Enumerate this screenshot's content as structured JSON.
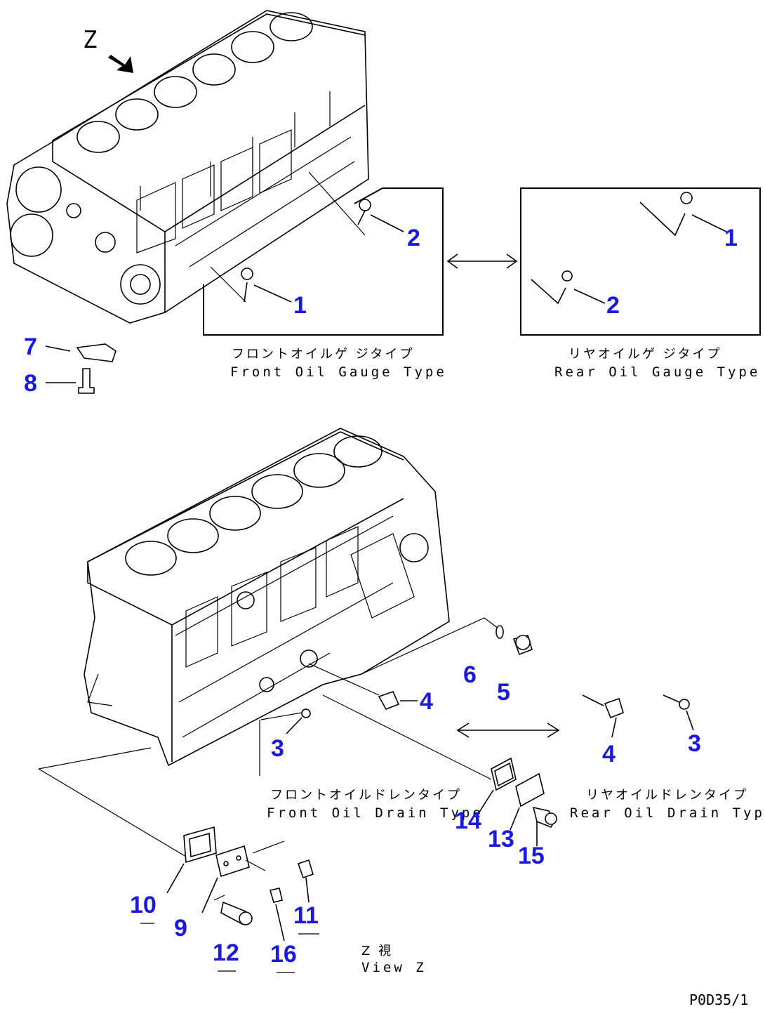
{
  "view_marker": "Z",
  "callouts": [
    "1",
    "2",
    "1",
    "2",
    "7",
    "8",
    "6",
    "5",
    "4",
    "3",
    "4",
    "3",
    "14",
    "13",
    "15",
    "10",
    "9",
    "11",
    "12",
    "16"
  ],
  "captions": {
    "front_gauge_jp": "フロントオイルゲ ジタイプ",
    "front_gauge_en": "Front Oil Gauge Type",
    "rear_gauge_jp": "リヤオイルゲ ジタイプ",
    "rear_gauge_en": "Rear Oil Gauge Type",
    "front_drain_jp": "フロントオイルドレンタイプ",
    "front_drain_en": "Front Oil Drain Type",
    "rear_drain_jp": "リヤオイルドレンタイプ",
    "rear_drain_en": "Rear Oil Drain Type",
    "view_jp": "Z 視",
    "view_en": "View Z"
  },
  "drawing_code": "P0D35/1",
  "colors": {
    "callout": "#1a1adc",
    "line": "#000000",
    "background": "#ffffff"
  }
}
